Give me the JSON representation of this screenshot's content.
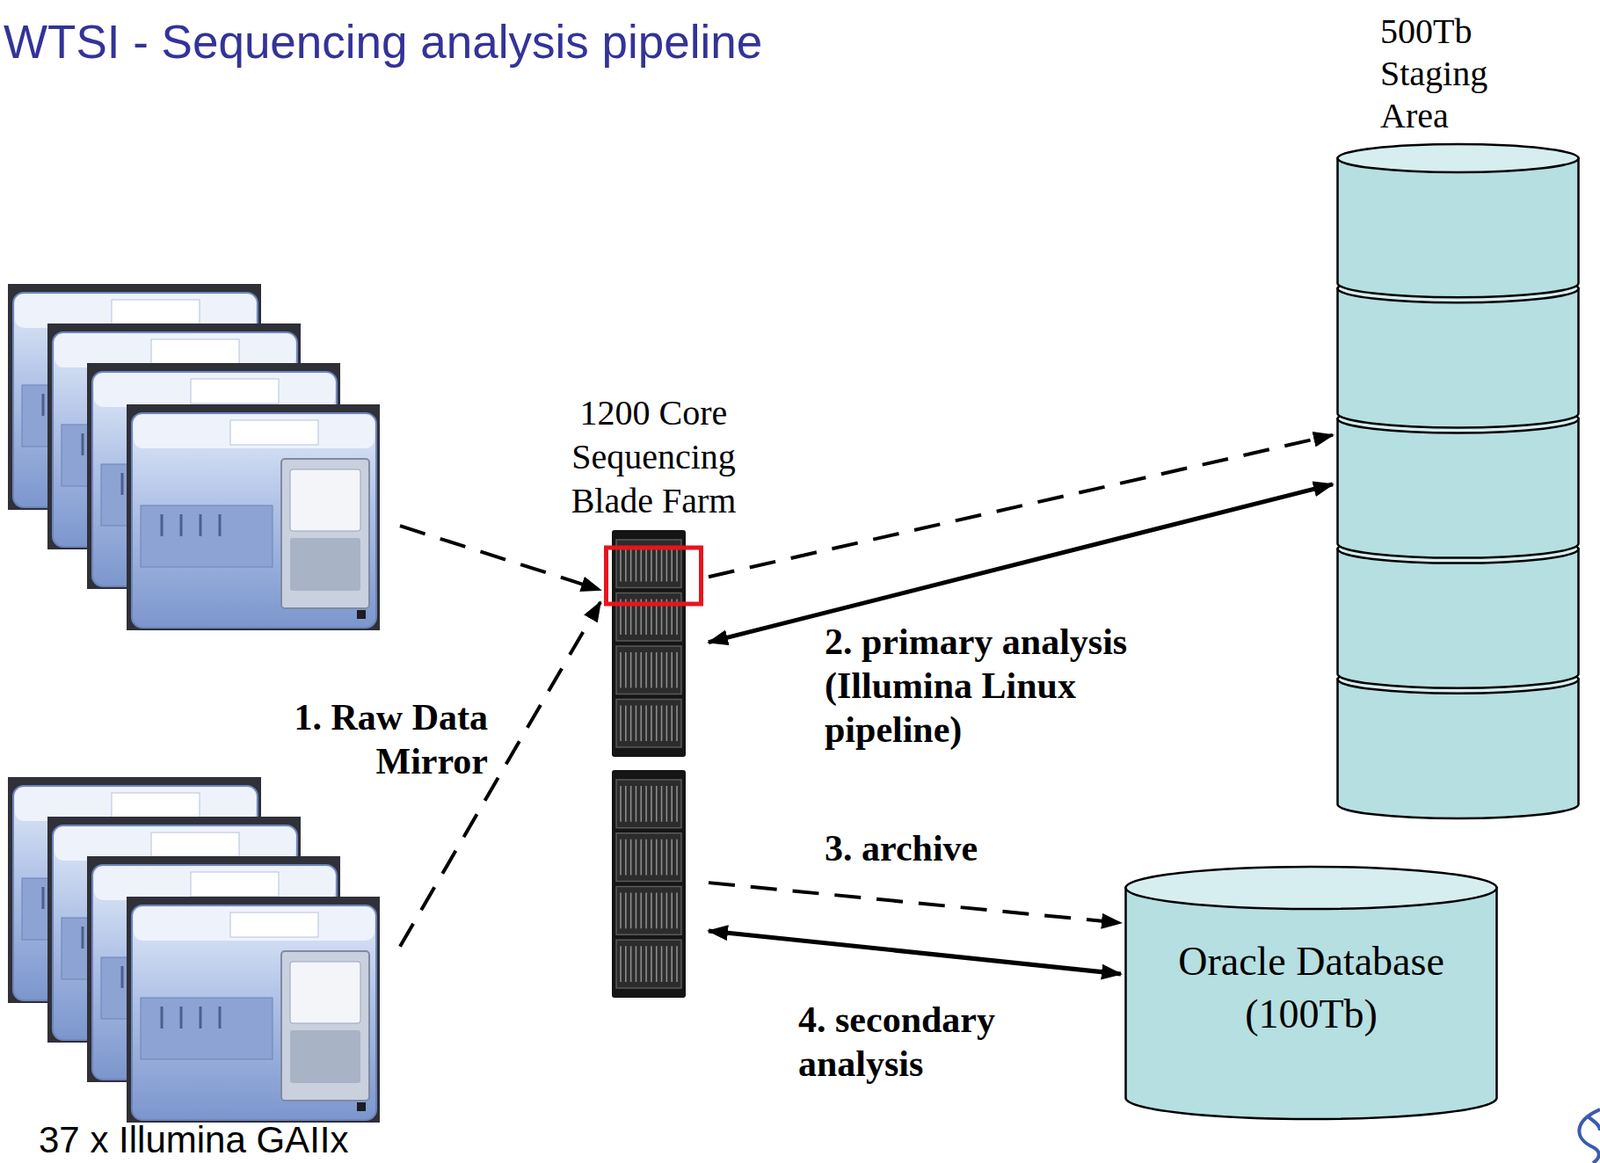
{
  "diagram": {
    "title": "WTSI - Sequencing analysis pipeline",
    "nodes": [
      {
        "text": [
          "37 x Illumina GAIIx"
        ]
      },
      {
        "text": [
          "1200 Core Sequencing Blade Farm"
        ]
      },
      {
        "text": [
          "500Tb Staging Area"
        ]
      },
      {
        "text": [
          "Oracle Database (100Tb)"
        ]
      }
    ],
    "edges": [
      {
        "from": 0,
        "to": 1,
        "arrow": "to"
      },
      {
        "from": 0,
        "to": 1,
        "label": "1. Raw Data Mirror",
        "arrow": "to"
      },
      {
        "from": 1,
        "to": 2,
        "arrow": "to"
      },
      {
        "from": 1,
        "to": 2,
        "label": "2. primary analysis (Illumina Linux pipeline)",
        "arrow": "both"
      },
      {
        "from": 1,
        "to": 3,
        "label": "3. archive",
        "arrow": "to"
      },
      {
        "from": 1,
        "to": 3,
        "label": "4. secondary analysis",
        "arrow": "both"
      }
    ]
  }
}
